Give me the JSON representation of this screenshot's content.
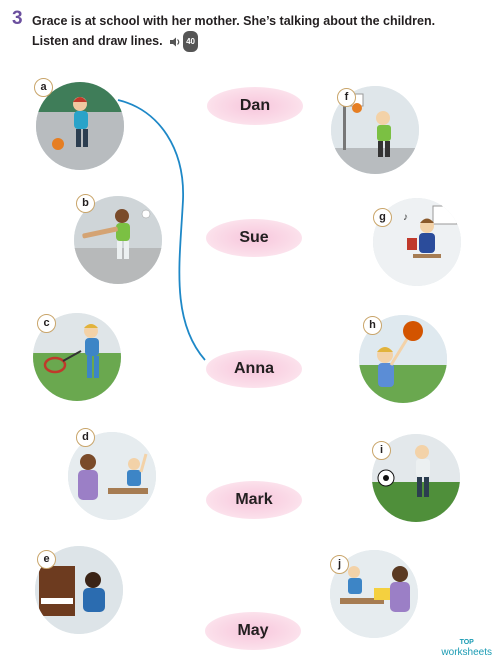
{
  "exercise": {
    "number": "3",
    "line1": "Grace is at school with her mother. She’s talking about the children.",
    "line2": "Listen and draw lines.",
    "audio_icon": "speaker-icon",
    "track": "40"
  },
  "names": [
    "Dan",
    "Sue",
    "Anna",
    "Mark",
    "May"
  ],
  "left_pictures": [
    "a",
    "b",
    "c",
    "d",
    "e"
  ],
  "right_pictures": [
    "f",
    "g",
    "h",
    "i",
    "j"
  ],
  "example_line": {
    "from": "a",
    "to": "Anna"
  },
  "watermark": {
    "line1": "TOP",
    "line2": "worksheets"
  },
  "colors": {
    "number": "#6b4f9e",
    "name_bg": "#f7c6dc",
    "line": "#1e88c7",
    "badge_border": "#c9a56a"
  }
}
